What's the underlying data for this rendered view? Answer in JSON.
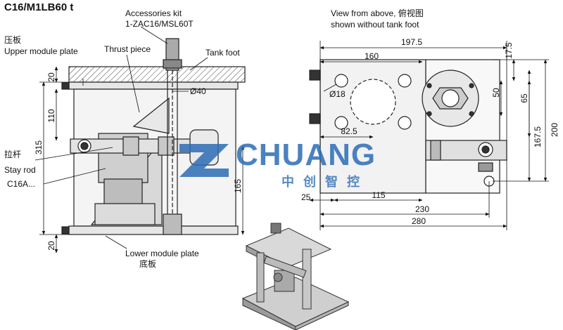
{
  "title": "C16/M1LB60 t",
  "side_view": {
    "accessories_kit": "Accessories kit",
    "kit_code": "1-ZAC16/MSL60T",
    "thrust_piece": "Thrust piece",
    "tank_foot": "Tank foot",
    "upper_plate_cn": "压板",
    "upper_plate_en": "Upper  module plate",
    "stay_rod_cn": "拉杆",
    "stay_rod_en": "Stay rod",
    "load_cell": "C16A...",
    "lower_plate_en": "Lower module plate",
    "lower_plate_cn": "底板",
    "dims": {
      "d20_top": "20",
      "d110": "110",
      "d315": "315",
      "d165": "165",
      "d20_bottom": "20",
      "dia40": "Ø40"
    }
  },
  "top_view": {
    "caption_line1": "View from above, 俯视图",
    "caption_line2": "shown without tank foot",
    "dims": {
      "d197_5": "197.5",
      "d160": "160",
      "d18": "Ø18",
      "d82_5": "82.5",
      "d17_5": "17.5",
      "d50": "50",
      "d65": "65",
      "d167_5": "167.5",
      "d200": "200",
      "d25": "25",
      "d115": "115",
      "d230": "230",
      "d280": "280"
    }
  },
  "watermark": {
    "brand": "CHUANG",
    "cn": "中 创 智 控",
    "color": "#2c6db5"
  }
}
